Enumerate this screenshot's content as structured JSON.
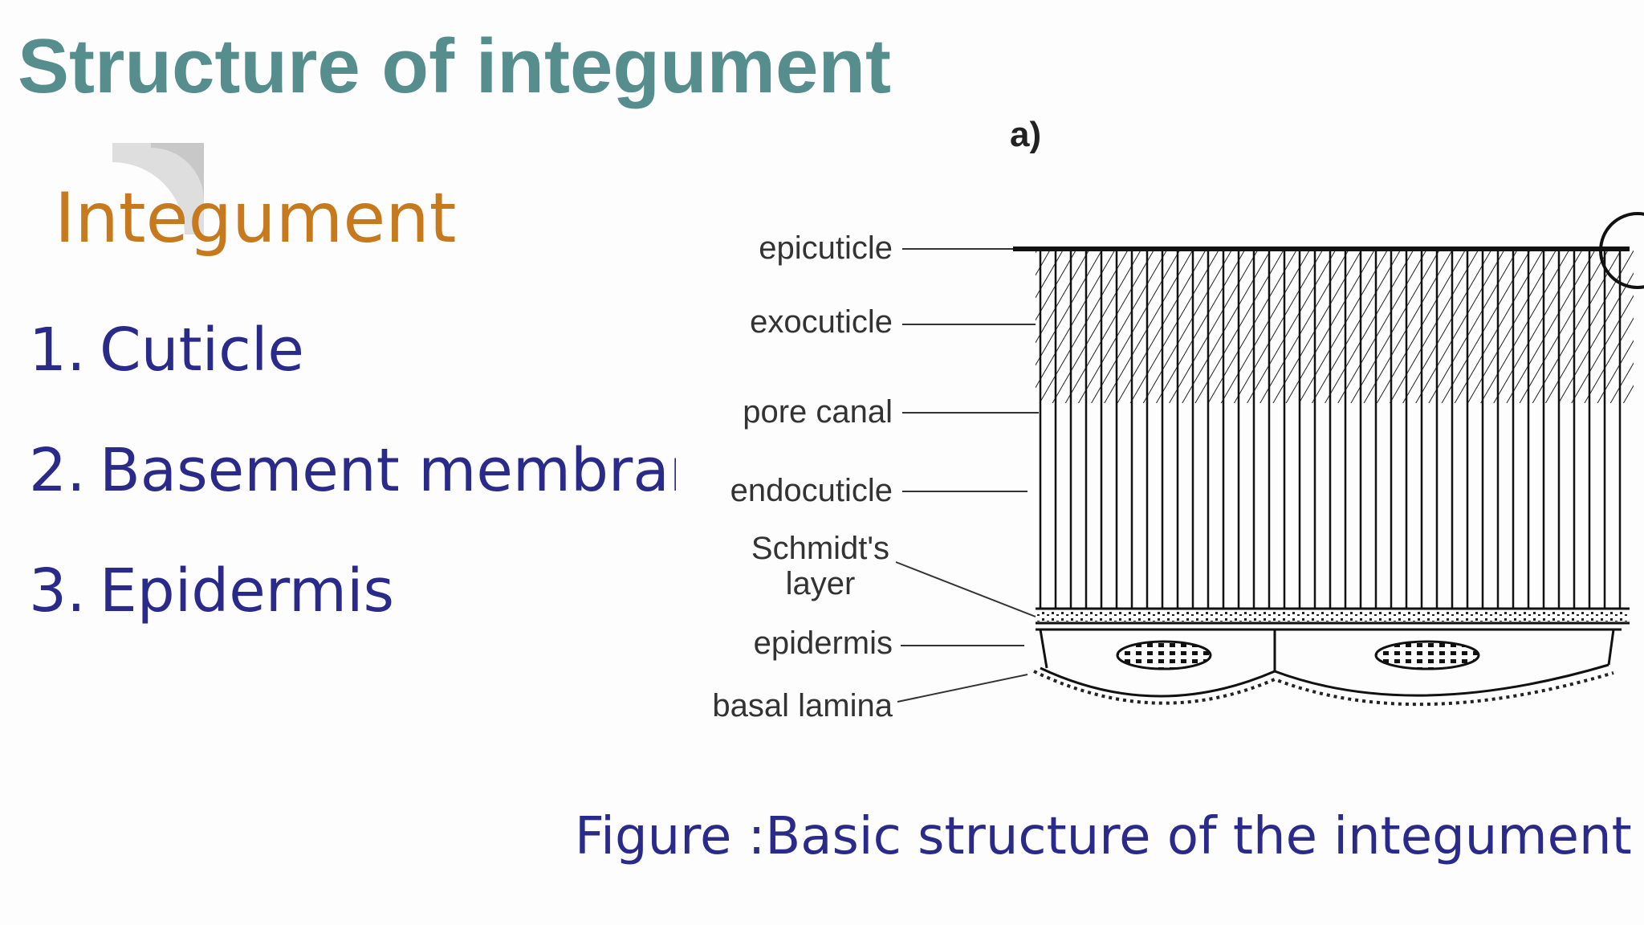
{
  "slide": {
    "title": "Structure of integument",
    "subtitle": "Integument",
    "items": [
      {
        "number": "1.",
        "text": "Cuticle"
      },
      {
        "number": "2.",
        "text": "Basement membrane"
      },
      {
        "number": "3.",
        "text": "Epidermis"
      }
    ],
    "caption": "Figure :Basic structure of the integument"
  },
  "diagram": {
    "panel_label": "a)",
    "labels": {
      "epicuticle": "epicuticle",
      "exocuticle": "exocuticle",
      "pore_canal": "pore canal",
      "endocuticle": "endocuticle",
      "schmidts_line1": "Schmidt's",
      "schmidts_line2": "layer",
      "epidermis": "epidermis",
      "basal_lamina": "basal lamina"
    }
  },
  "colors": {
    "title": "#568e8d",
    "subtitle": "#c6791d",
    "body_text": "#2a2a8a"
  }
}
